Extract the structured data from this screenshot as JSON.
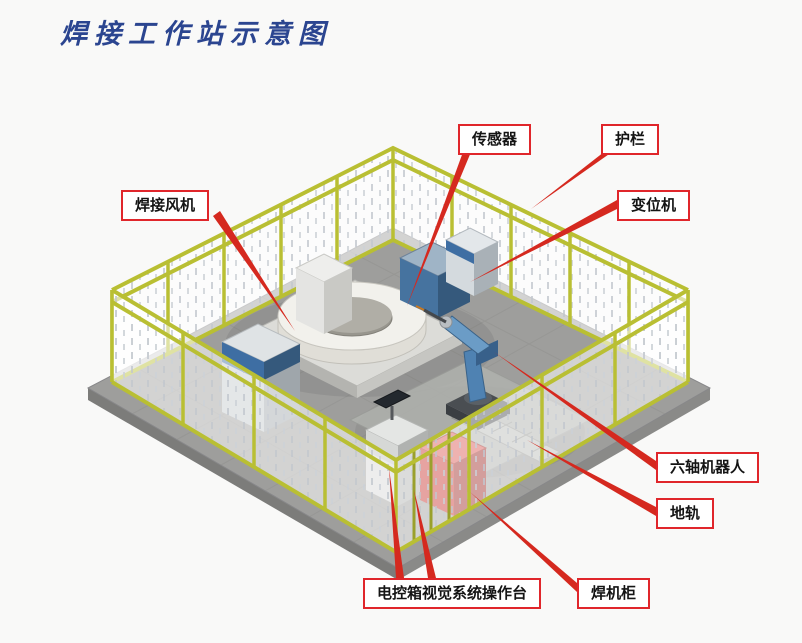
{
  "title": "焊接工作站示意图",
  "diagram": {
    "type": "isometric-illustration",
    "subject": "welding workstation schematic",
    "labels": [
      {
        "id": "sensor",
        "text": "传感器"
      },
      {
        "id": "fence",
        "text": "护栏"
      },
      {
        "id": "welding-fan",
        "text": "焊接风机"
      },
      {
        "id": "positioner",
        "text": "变位机"
      },
      {
        "id": "six-axis-robot",
        "text": "六轴机器人"
      },
      {
        "id": "ground-rail",
        "text": "地轨"
      },
      {
        "id": "welder-cabinet",
        "text": "焊机柜"
      },
      {
        "id": "console",
        "text": "电控箱视觉系统操作台"
      }
    ],
    "colors": {
      "title_blue": "#2b4590",
      "callout_border": "#e0262b",
      "leader_line": "#d5291f",
      "fence_frame": "#b9bf33",
      "floor_gray": "#9e9e9c",
      "machine_blue": "#3e6ea3",
      "welder_red": "#c8332e"
    }
  }
}
